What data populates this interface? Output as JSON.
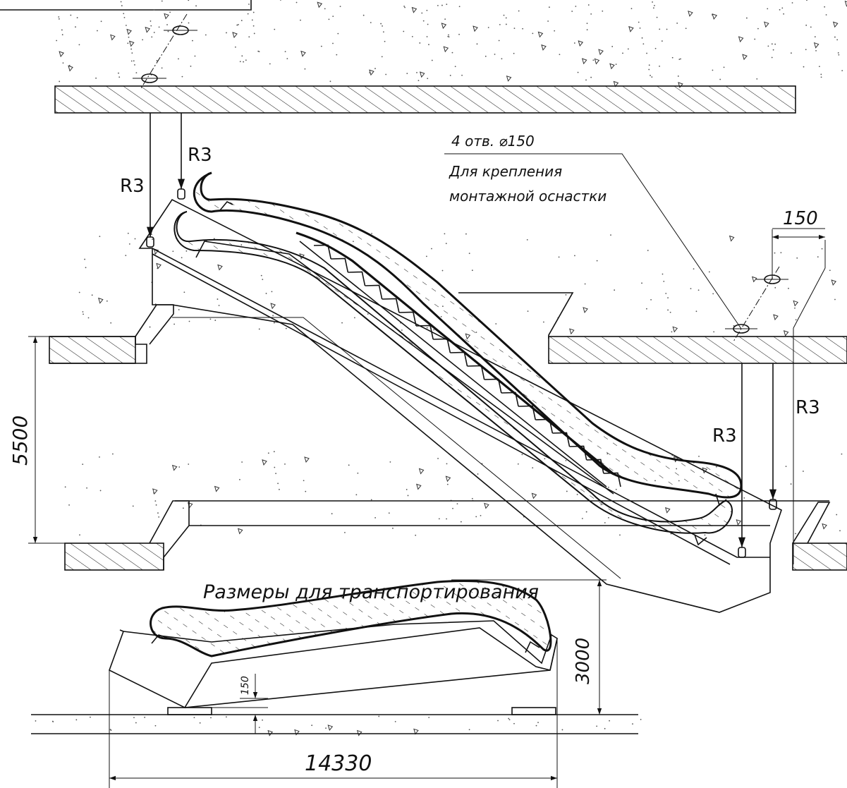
{
  "labels": {
    "holes": "4 отв. ⌀150",
    "purpose_line1": "Для крепления",
    "purpose_line2": "монтажной оснастки",
    "r3": "R3",
    "transport_title": "Размеры для транспортирования"
  },
  "dimensions": {
    "hole_spacing": "150",
    "rise": "5500",
    "transport_height": "3000",
    "transport_clearance": "150",
    "transport_length": "14330"
  }
}
